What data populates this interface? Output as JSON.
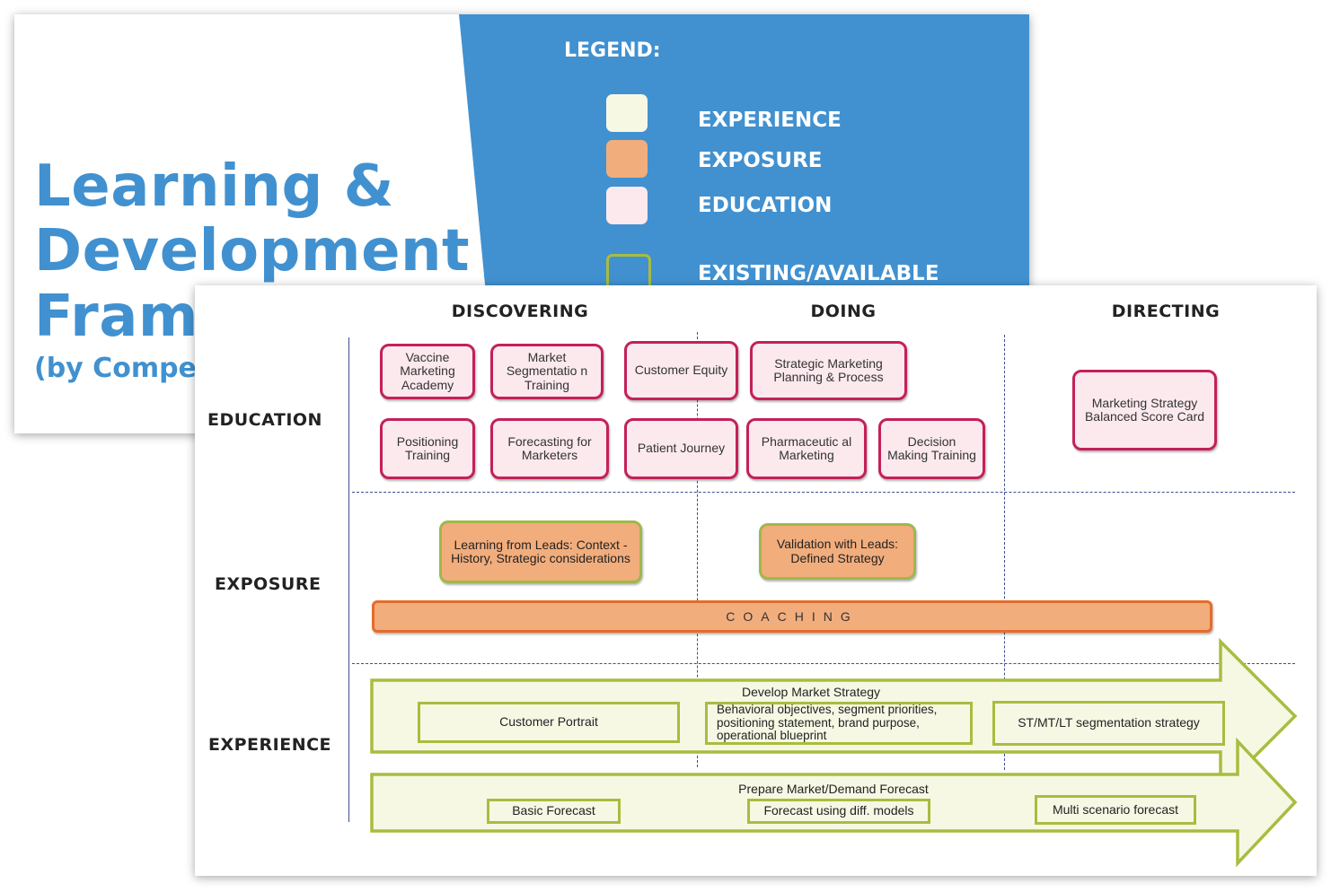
{
  "back_slide": {
    "title_lines": [
      "Learning &",
      "Development",
      "Fram"
    ],
    "subtitle": "(by Compe",
    "legend": {
      "title": "LEGEND:",
      "items": [
        {
          "label": "EXPERIENCE",
          "color": "#f6f8e4"
        },
        {
          "label": "EXPOSURE",
          "color": "#f2ad7c"
        },
        {
          "label": "EDUCATION",
          "color": "#fbe9ee"
        },
        {
          "label": "EXISTING/AVAILABLE",
          "color": "#a8bd3f"
        }
      ],
      "panel_color": "#4191d0"
    }
  },
  "framework": {
    "columns": [
      "DISCOVERING",
      "DOING",
      "DIRECTING"
    ],
    "rows": [
      "EDUCATION",
      "EXPOSURE",
      "EXPERIENCE"
    ],
    "education": [
      {
        "label": "Vaccine Marketing Academy"
      },
      {
        "label": "Market Segmentatio n Training"
      },
      {
        "label": "Customer Equity"
      },
      {
        "label": "Strategic Marketing Planning & Process"
      },
      {
        "label": "Positioning Training"
      },
      {
        "label": "Forecasting for Marketers"
      },
      {
        "label": "Patient Journey"
      },
      {
        "label": "Pharmaceutic al Marketing"
      },
      {
        "label": "Decision Making Training"
      },
      {
        "label": "Marketing Strategy Balanced Score Card"
      }
    ],
    "exposure": [
      {
        "label": "Learning from Leads: Context - History, Strategic considerations"
      },
      {
        "label": "Validation with Leads: Defined Strategy"
      }
    ],
    "coaching": "COACHING",
    "experience": {
      "arrow1": {
        "title": "Develop Market Strategy",
        "items": [
          "Customer Portrait",
          "Behavioral objectives, segment priorities,  positioning statement, brand purpose, operational blueprint",
          "ST/MT/LT segmentation strategy"
        ]
      },
      "arrow2": {
        "title": "Prepare Market/Demand Forecast",
        "items": [
          "Basic Forecast",
          "Forecast using diff. models",
          "Multi scenario forecast"
        ]
      }
    }
  }
}
